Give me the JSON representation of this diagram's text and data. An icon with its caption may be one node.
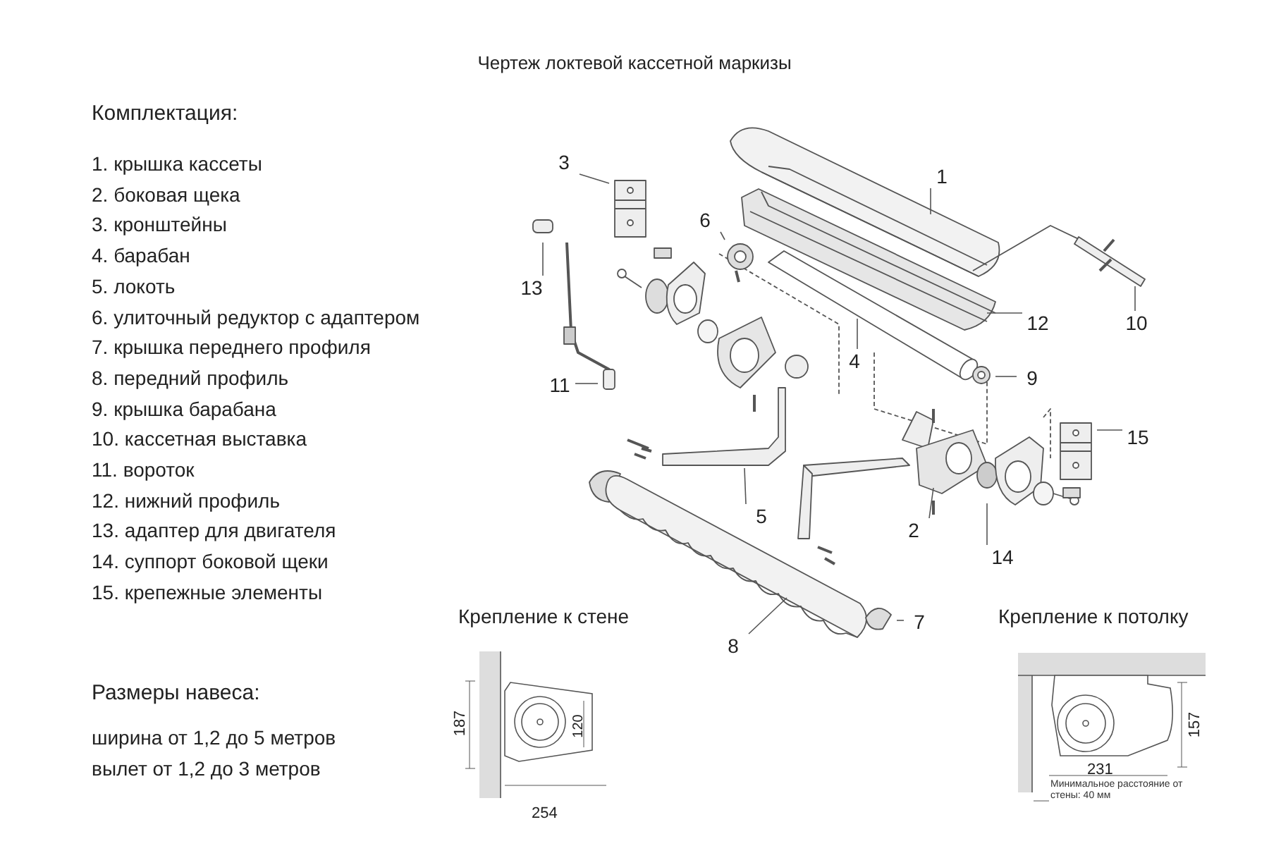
{
  "diagram": {
    "title": "Чертеж локтевой кассетной маркизы",
    "nodes": [
      {
        "text": [
          "3"
        ]
      },
      {
        "text": [
          "1"
        ]
      },
      {
        "text": [
          "6"
        ]
      },
      {
        "text": [
          "13"
        ]
      },
      {
        "text": [
          "12"
        ]
      },
      {
        "text": [
          "10"
        ]
      },
      {
        "text": [
          "4"
        ]
      },
      {
        "text": [
          "9"
        ]
      },
      {
        "text": [
          "11"
        ]
      },
      {
        "text": [
          "15"
        ]
      },
      {
        "text": [
          "5"
        ]
      },
      {
        "text": [
          "2"
        ]
      },
      {
        "text": [
          "14"
        ]
      },
      {
        "text": [
          "7"
        ]
      },
      {
        "text": [
          "8"
        ]
      }
    ],
    "edges": [
      {
        "from": 0,
        "to": null,
        "arrow": "none"
      },
      {
        "from": 1,
        "to": null,
        "arrow": "none"
      },
      {
        "from": 2,
        "to": null,
        "arrow": "none"
      },
      {
        "from": 3,
        "to": null,
        "arrow": "none"
      },
      {
        "from": 4,
        "to": null,
        "arrow": "none"
      },
      {
        "from": 5,
        "to": null,
        "arrow": "none"
      },
      {
        "from": 6,
        "to": null,
        "arrow": "none"
      },
      {
        "from": 7,
        "to": null,
        "arrow": "none"
      },
      {
        "from": 8,
        "to": null,
        "arrow": "none"
      },
      {
        "from": 9,
        "to": null,
        "arrow": "none"
      },
      {
        "from": 10,
        "to": null,
        "arrow": "none"
      },
      {
        "from": 11,
        "to": null,
        "arrow": "none"
      },
      {
        "from": 12,
        "to": null,
        "arrow": "none"
      },
      {
        "from": 13,
        "to": null,
        "arrow": "none"
      },
      {
        "from": 14,
        "to": null,
        "arrow": "none"
      }
    ],
    "labels": [
      "Комплектация:",
      "1. крышка кассеты",
      "2. боковая щека",
      "3. кронштейны",
      "4. барабан",
      "5. локоть",
      "6. улиточный редуктор с адаптером",
      "7. крышка переднего профиля",
      "8. передний профиль",
      "9. крышка барабана",
      "10. кассетная выставка",
      "11. вороток",
      "12. нижний профиль",
      "13. адаптер для двигателя",
      "14. суппорт боковой щеки",
      "15. крепежные элементы",
      "Крепление к стене",
      "Крепление к потолку",
      "187",
      "120",
      "254",
      "157",
      "231",
      "Минимальное расстояние от стены: 40 мм",
      "Размеры навеса:",
      "ширина от 1,2 до 5 метров",
      "вылет от 1,2 до 3 метров"
    ]
  }
}
